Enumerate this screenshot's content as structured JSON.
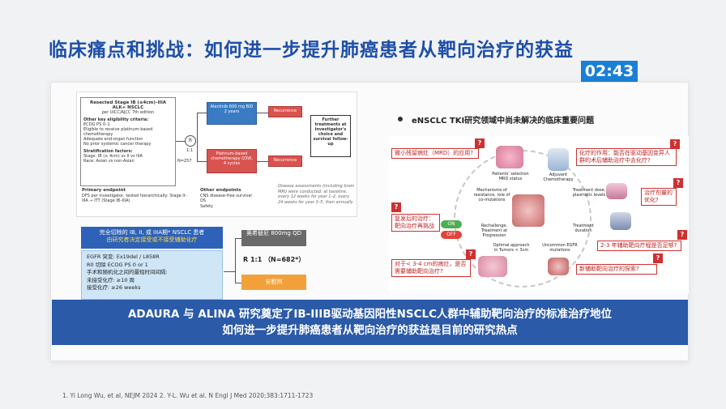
{
  "title": "临床痛点和挑战：如何进一步提升肺癌患者从靶向治疗的获益",
  "timer": "02:43",
  "schema": {
    "header1": "Resected Stage IB (≥4cm)–IIIA",
    "header2": "ALK+ NSCLC",
    "header3": "per UICC/AJCC 7th edition",
    "criteria_title": "Other key eligibility criteria:",
    "criteria": [
      "ECOG PS 0–1",
      "Eligible to receive platinum-based chemotherapy",
      "Adequate end-organ function",
      "No prior systemic cancer therapy"
    ],
    "strat_title": "Stratification factors:",
    "strat": [
      "Stage: IB (≥ 4cm) vs II vs IIIA",
      "Race: Asian vs non-Asian"
    ],
    "r": "R",
    "ratio": "1:1",
    "n": "N=257",
    "arm1": "Alectinib 600 mg BID 2 years",
    "arm2": "Platinum-based chemotherapy Q3W, 4 cycles",
    "recurrence": "Recurrence",
    "further": "Further treatments at investigator's choice and survival follow-up",
    "primary_title": "Primary endpoint",
    "primary": "DFS per investigator, tested hierarchically: Stage II–IIIA → ITT (Stage IB–IIIA)",
    "other_title": "Other endpoints",
    "other": [
      "CNS disease-free survival",
      "OS",
      "Safety"
    ],
    "assess": "Disease assessments (including brain MRI) were conducted: at baseline, every 12 weeks for year 1–2, every 24 weeks for year 3–5, then annually"
  },
  "trial": {
    "head1": "完全切除的 IB, II, 或 IIIA期* NSCLC 患者",
    "head2": "由研究者决定接受或不接受辅助化疗",
    "lines": [
      "EGFR 突变: Ex19del / L858R",
      "R0 切除 ECOG PS 0 or 1",
      "手术和随机化之间的最短时间间隔:",
      "未接受化疗: ≥10 周",
      "接受化疗: ≥26 weeks"
    ],
    "drug": "奥希替尼 800mg QD",
    "rand": "R 1:1 （N=682*）",
    "placebo": "安慰剂"
  },
  "right": {
    "title": "eNSCLC TKI研究领域中尚未解决的临床重要问题",
    "q1": "微小残留病灶（MRD）的应用?",
    "q2": "化疗的作用：能否在驱动基因变异人群的术后辅助治疗中去化疗?",
    "q3": "治疗剂量的优化?",
    "q4": "复发后的治疗：靶向治疗再挑战",
    "q5": "2-3 年辅助靶向疗程是否足够?",
    "q6": "对于< 3-4 cm的病灶，是否需要辅助靶向治疗?",
    "q7": "新辅助靶向治疗的探索?",
    "labels": [
      "Patients' selection MRD status",
      "Adjuvant Chemotherapy",
      "Mechanisms of resistance, role of co-mutations",
      "Treatment dose, plasmatic levels",
      "Rechallenge, Treatment at Progression",
      "Treatment duration",
      "Optimal approach in Tumors < 3cm",
      "Uncommon EGFR mutations"
    ],
    "on": "ON",
    "off": "OFF"
  },
  "banner": {
    "line1": "ADAURA 与 ALINA 研究奠定了IB-IIIB驱动基因阳性NSCLC人群中辅助靶向治疗的标准治疗地位",
    "line2": "如何进一步提升肺癌患者从靶向治疗的获益是目前的研究热点"
  },
  "footnote": "1. Yi Long Wu, et al, NEJM 2024 2. Y-L. Wu et al. N Engl J Med 2020;383:1711-1723"
}
